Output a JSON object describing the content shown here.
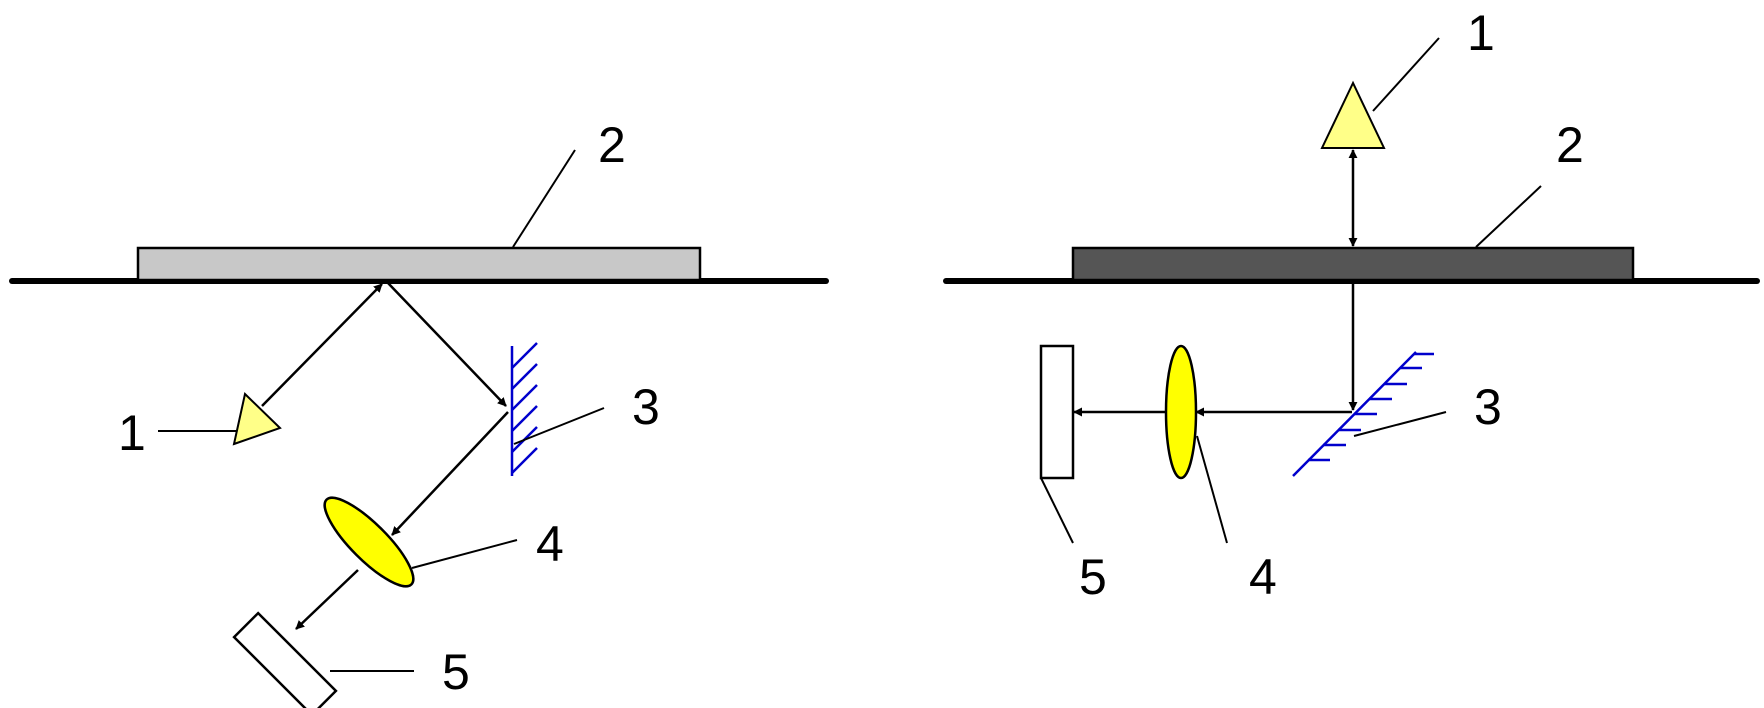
{
  "left_panel": {
    "labels": {
      "source": "1",
      "sample": "2",
      "mirror": "3",
      "lens": "4",
      "detector": "5"
    }
  },
  "right_panel": {
    "labels": {
      "source": "1",
      "sample": "2",
      "mirror": "3",
      "lens": "4",
      "detector": "5"
    }
  },
  "colors": {
    "line": "#000000",
    "source_fill": "#ffff88",
    "lens_fill": "#ffff00",
    "mirror_hatch": "#0000cc",
    "sample_left_fill": "#c8c8c8",
    "sample_right_fill": "#555555",
    "detector_fill": "#ffffff"
  }
}
